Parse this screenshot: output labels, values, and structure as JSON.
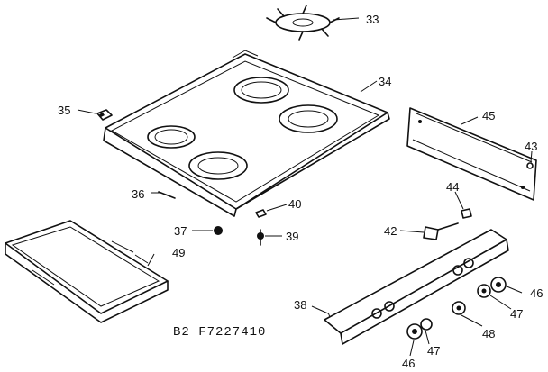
{
  "diagram_code": "B2 F7227410",
  "parts": [
    {
      "id": "33"
    },
    {
      "id": "34"
    },
    {
      "id": "35"
    },
    {
      "id": "36"
    },
    {
      "id": "37"
    },
    {
      "id": "38"
    },
    {
      "id": "39"
    },
    {
      "id": "40"
    },
    {
      "id": "42"
    },
    {
      "id": "43"
    },
    {
      "id": "44"
    },
    {
      "id": "45"
    },
    {
      "id": "46a",
      "label": "46"
    },
    {
      "id": "46b",
      "label": "46"
    },
    {
      "id": "47a",
      "label": "47"
    },
    {
      "id": "47b",
      "label": "47"
    },
    {
      "id": "48"
    },
    {
      "id": "49"
    }
  ],
  "labels": {
    "p33": "33",
    "p34": "34",
    "p35": "35",
    "p36": "36",
    "p37": "37",
    "p38": "38",
    "p39": "39",
    "p40": "40",
    "p42": "42",
    "p43": "43",
    "p44": "44",
    "p45": "45",
    "p46a": "46",
    "p46b": "46",
    "p47a": "47",
    "p47b": "47",
    "p48": "48",
    "p49": "49"
  }
}
